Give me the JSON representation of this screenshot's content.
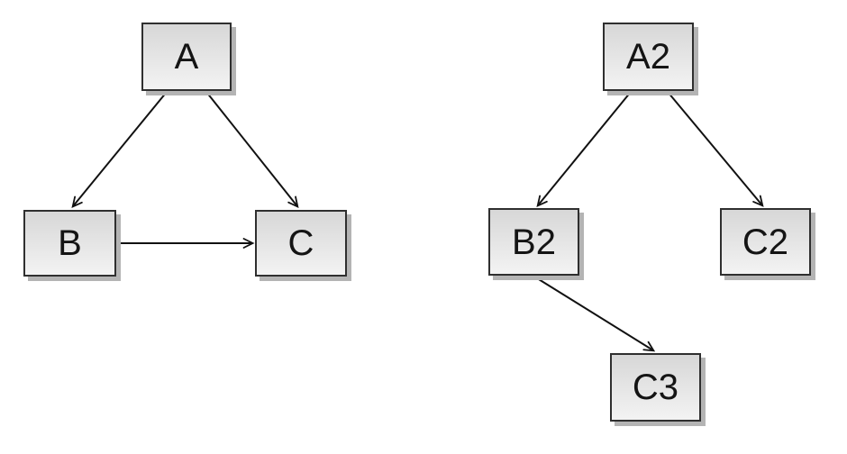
{
  "diagram": {
    "background_color": "#ffffff",
    "node_style": {
      "fill_top": "#d7d7d7",
      "fill_bottom": "#f3f3f3",
      "border_color": "#2f2f2f",
      "shadow_color": "#b4b4b4",
      "text_color": "#141414"
    },
    "edge_color": "#111111",
    "graphs": [
      {
        "name": "left-graph",
        "nodes": [
          {
            "id": "A",
            "label": "A"
          },
          {
            "id": "B",
            "label": "B"
          },
          {
            "id": "C",
            "label": "C"
          }
        ],
        "edges": [
          {
            "from": "A",
            "to": "B"
          },
          {
            "from": "A",
            "to": "C"
          },
          {
            "from": "B",
            "to": "C"
          }
        ]
      },
      {
        "name": "right-graph",
        "nodes": [
          {
            "id": "A2",
            "label": "A2"
          },
          {
            "id": "B2",
            "label": "B2"
          },
          {
            "id": "C2",
            "label": "C2"
          },
          {
            "id": "C3",
            "label": "C3"
          }
        ],
        "edges": [
          {
            "from": "A2",
            "to": "B2"
          },
          {
            "from": "A2",
            "to": "C2"
          },
          {
            "from": "B2",
            "to": "C3"
          }
        ]
      }
    ]
  }
}
